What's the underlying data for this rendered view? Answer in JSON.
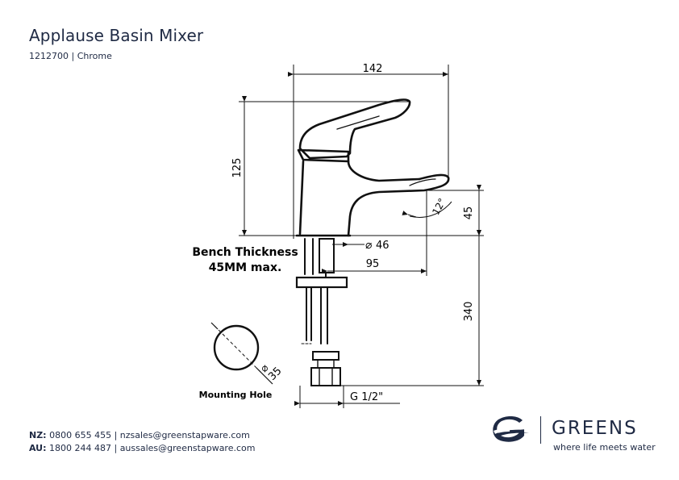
{
  "header": {
    "title": "Applause Basin Mixer",
    "subtitle": "1212700 | Chrome"
  },
  "drawing": {
    "dim_width": "142",
    "dim_height": "125",
    "dim_spout_height": "45",
    "dim_angle": "12°",
    "dim_body_dia": "46",
    "dim_reach": "95",
    "dim_tail_length": "340",
    "dim_thread": "G 1/2\"",
    "bench_label_1": "Bench Thickness",
    "bench_label_2": "45MM max.",
    "hole_dia": "35",
    "hole_label": "Mounting Hole"
  },
  "contacts": {
    "nz_label": "NZ:",
    "nz_text": " 0800 655 455 | nzsales@greenstapware.com",
    "au_label": "AU:",
    "au_text": " 1800 244 487 | aussales@greenstapware.com"
  },
  "brand": {
    "name": "GREENS",
    "tagline": "where life meets water",
    "color": "#1f2a44"
  }
}
